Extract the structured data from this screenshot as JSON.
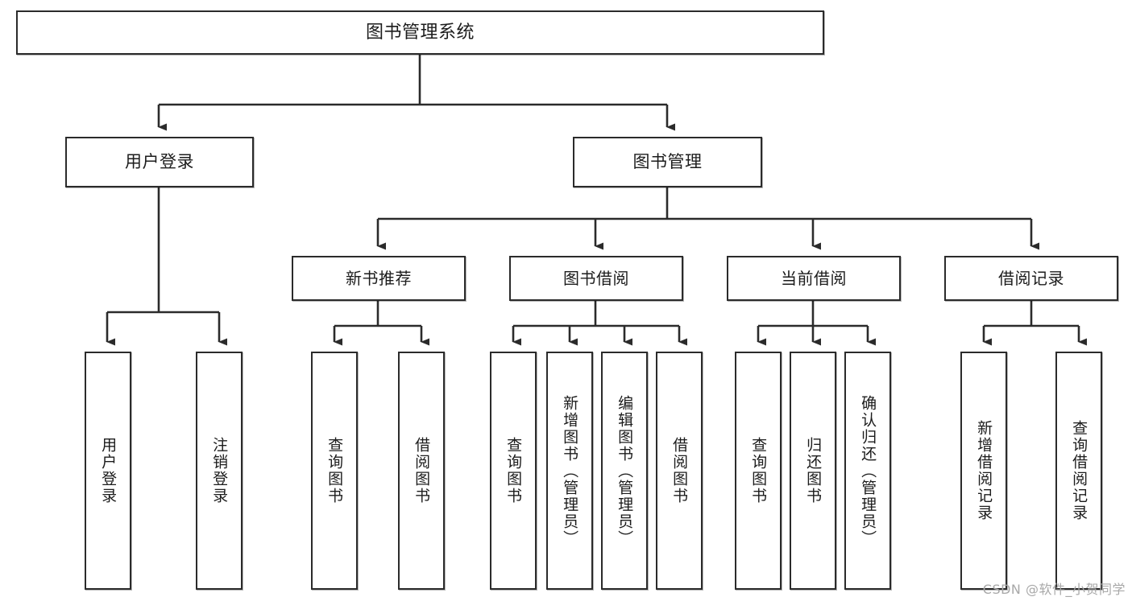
{
  "diagram": {
    "title": "图书管理系统",
    "type": "hierarchy-tree",
    "watermark": "CSDN @软件_小贺同学",
    "colors": {
      "background": "#ffffff",
      "node_border": "#2b2b2b",
      "node_fill": "#ffffff",
      "connector": "#2b2b2b",
      "text": "#1c1c1c",
      "watermark": "#a8a8a8"
    },
    "nodes": {
      "root": {
        "label": "图书管理系统"
      },
      "level2": [
        {
          "label": "用户登录"
        },
        {
          "label": "图书管理"
        }
      ],
      "level3": [
        {
          "label": "新书推荐"
        },
        {
          "label": "图书借阅"
        },
        {
          "label": "当前借阅"
        },
        {
          "label": "借阅记录"
        }
      ],
      "leaves": {
        "user_login": [
          {
            "label": "用户登录"
          },
          {
            "label": "注销登录"
          }
        ],
        "new_book_recommend": [
          {
            "label": "查询图书"
          },
          {
            "label": "借阅图书"
          }
        ],
        "book_borrow": [
          {
            "label": "查询图书"
          },
          {
            "label": "新增图书（管理员）"
          },
          {
            "label": "编辑图书（管理员）"
          },
          {
            "label": "借阅图书"
          }
        ],
        "current_borrow": [
          {
            "label": "查询图书"
          },
          {
            "label": "归还图书"
          },
          {
            "label": "确认归还（管理员）"
          }
        ],
        "borrow_record": [
          {
            "label": "新增借阅记录"
          },
          {
            "label": "查询借阅记录"
          }
        ]
      }
    }
  }
}
